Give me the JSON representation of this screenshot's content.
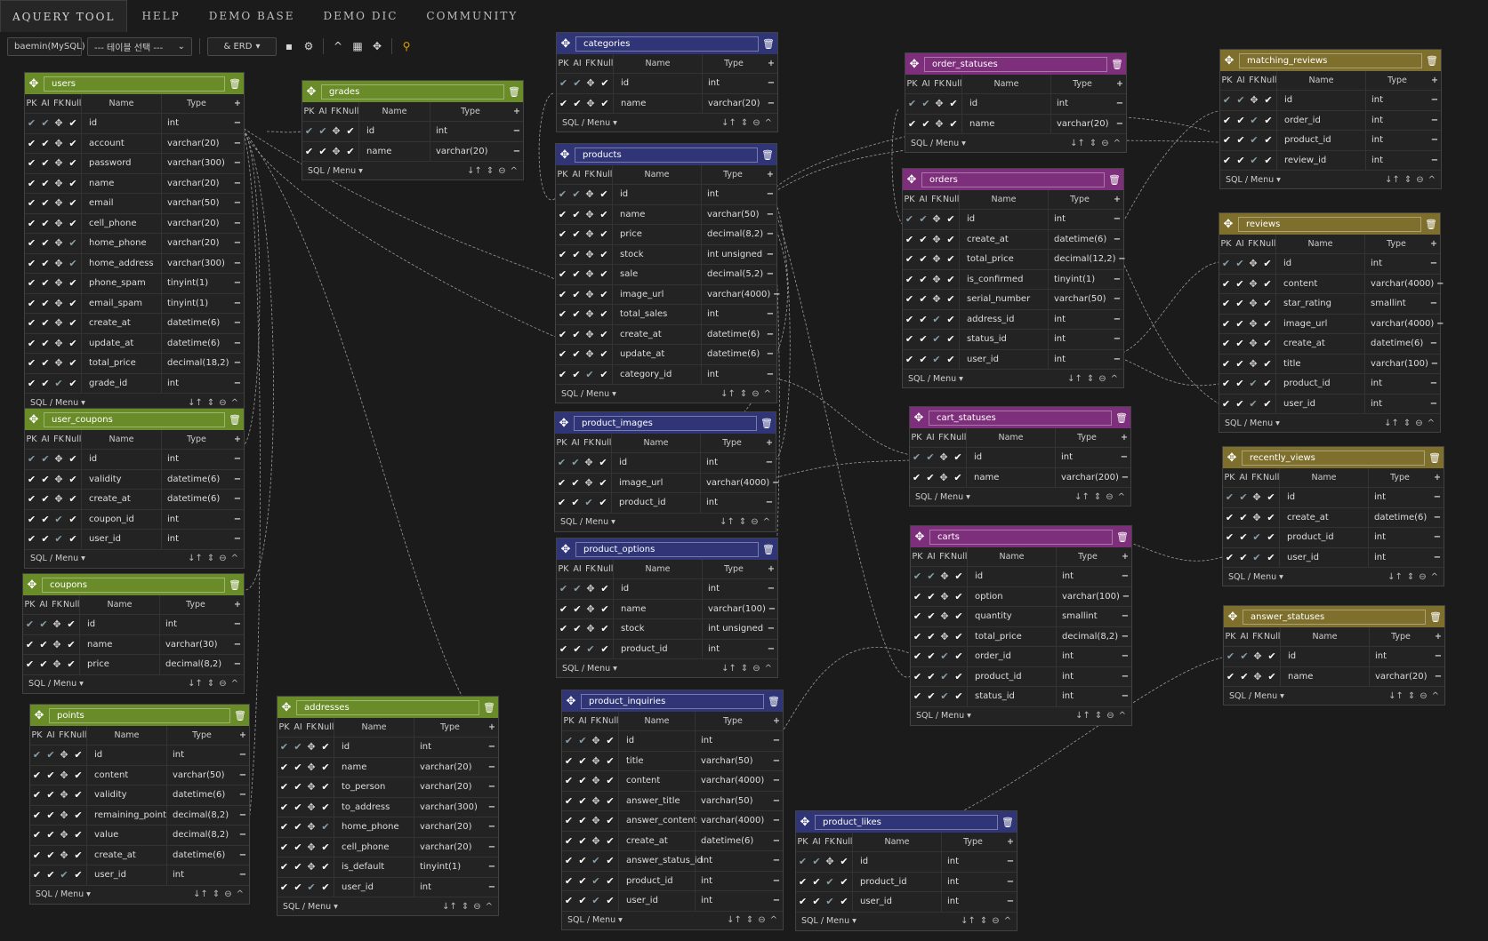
{
  "nav": {
    "tabs": [
      "AQUERY TOOL",
      "HELP",
      "DEMO BASE",
      "DEMO DIC",
      "COMMUNITY"
    ],
    "active": 0
  },
  "toolbar": {
    "db": "baemin(MySQL)",
    "table_select": "--- 테이블 선택 ---",
    "view_mode": "& ERD",
    "icons": [
      "save-icon",
      "gear-icon",
      "collapse-icon",
      "grid-icon",
      "move-icon",
      "pin-icon"
    ]
  },
  "labels": {
    "pk": "PK",
    "ai": "AI",
    "fk": "FK",
    "null": "Null",
    "name": "Name",
    "type": "Type",
    "sql_menu": "SQL / Menu"
  },
  "colors": {
    "green": "#6a8c28",
    "navy": "#2f3577",
    "purple": "#7e2f7b",
    "olive": "#7e6f2d",
    "background": "#1b1b1b"
  },
  "tables": [
    {
      "name": "users",
      "color": "green",
      "cols": [
        [
          "id",
          "int",
          "pk"
        ],
        [
          "account",
          "varchar(20)"
        ],
        [
          "password",
          "varchar(300)"
        ],
        [
          "name",
          "varchar(20)"
        ],
        [
          "email",
          "varchar(50)"
        ],
        [
          "cell_phone",
          "varchar(20)"
        ],
        [
          "home_phone",
          "varchar(20)",
          "null"
        ],
        [
          "home_address",
          "varchar(300)",
          "null"
        ],
        [
          "phone_spam",
          "tinyint(1)"
        ],
        [
          "email_spam",
          "tinyint(1)"
        ],
        [
          "create_at",
          "datetime(6)"
        ],
        [
          "update_at",
          "datetime(6)"
        ],
        [
          "total_price",
          "decimal(18,2)"
        ],
        [
          "grade_id",
          "int",
          "fk"
        ]
      ]
    },
    {
      "name": "user_coupons",
      "color": "green",
      "cols": [
        [
          "id",
          "int",
          "pk"
        ],
        [
          "validity",
          "datetime(6)"
        ],
        [
          "create_at",
          "datetime(6)"
        ],
        [
          "coupon_id",
          "int",
          "fk"
        ],
        [
          "user_id",
          "int",
          "fk"
        ]
      ]
    },
    {
      "name": "coupons",
      "color": "green",
      "cols": [
        [
          "id",
          "int",
          "pk"
        ],
        [
          "name",
          "varchar(30)"
        ],
        [
          "price",
          "decimal(8,2)"
        ]
      ]
    },
    {
      "name": "points",
      "color": "green",
      "cols": [
        [
          "id",
          "int",
          "pk"
        ],
        [
          "content",
          "varchar(50)"
        ],
        [
          "validity",
          "datetime(6)"
        ],
        [
          "remaining_point",
          "decimal(8,2)"
        ],
        [
          "value",
          "decimal(8,2)"
        ],
        [
          "create_at",
          "datetime(6)"
        ],
        [
          "user_id",
          "int",
          "fk"
        ]
      ]
    },
    {
      "name": "grades",
      "color": "green",
      "cols": [
        [
          "id",
          "int",
          "pk"
        ],
        [
          "name",
          "varchar(20)"
        ]
      ]
    },
    {
      "name": "addresses",
      "color": "green",
      "cols": [
        [
          "id",
          "int",
          "pk"
        ],
        [
          "name",
          "varchar(20)"
        ],
        [
          "to_person",
          "varchar(20)"
        ],
        [
          "to_address",
          "varchar(300)"
        ],
        [
          "home_phone",
          "varchar(20)",
          "null"
        ],
        [
          "cell_phone",
          "varchar(20)"
        ],
        [
          "is_default",
          "tinyint(1)"
        ],
        [
          "user_id",
          "int",
          "fk"
        ]
      ]
    },
    {
      "name": "categories",
      "color": "navy",
      "cols": [
        [
          "id",
          "int",
          "pk"
        ],
        [
          "name",
          "varchar(20)"
        ]
      ]
    },
    {
      "name": "products",
      "color": "navy",
      "cols": [
        [
          "id",
          "int",
          "pk"
        ],
        [
          "name",
          "varchar(50)"
        ],
        [
          "price",
          "decimal(8,2)"
        ],
        [
          "stock",
          "int unsigned"
        ],
        [
          "sale",
          "decimal(5,2)"
        ],
        [
          "image_url",
          "varchar(4000)"
        ],
        [
          "total_sales",
          "int"
        ],
        [
          "create_at",
          "datetime(6)"
        ],
        [
          "update_at",
          "datetime(6)"
        ],
        [
          "category_id",
          "int",
          "fk"
        ]
      ]
    },
    {
      "name": "product_images",
      "color": "navy",
      "cols": [
        [
          "id",
          "int",
          "pk"
        ],
        [
          "image_url",
          "varchar(4000)"
        ],
        [
          "product_id",
          "int",
          "fk"
        ]
      ]
    },
    {
      "name": "product_options",
      "color": "navy",
      "cols": [
        [
          "id",
          "int",
          "pk"
        ],
        [
          "name",
          "varchar(100)"
        ],
        [
          "stock",
          "int unsigned"
        ],
        [
          "product_id",
          "int",
          "fk"
        ]
      ]
    },
    {
      "name": "product_inquiries",
      "color": "navy",
      "cols": [
        [
          "id",
          "int",
          "pk"
        ],
        [
          "title",
          "varchar(50)"
        ],
        [
          "content",
          "varchar(4000)"
        ],
        [
          "answer_title",
          "varchar(50)"
        ],
        [
          "answer_content",
          "varchar(4000)"
        ],
        [
          "create_at",
          "datetime(6)"
        ],
        [
          "answer_status_id",
          "int",
          "fk"
        ],
        [
          "product_id",
          "int",
          "fk"
        ],
        [
          "user_id",
          "int",
          "fk"
        ]
      ]
    },
    {
      "name": "product_likes",
      "color": "navy",
      "cols": [
        [
          "id",
          "int",
          "pk"
        ],
        [
          "product_id",
          "int",
          "fk"
        ],
        [
          "user_id",
          "int",
          "fk"
        ]
      ]
    },
    {
      "name": "order_statuses",
      "color": "purple",
      "cols": [
        [
          "id",
          "int",
          "pk"
        ],
        [
          "name",
          "varchar(20)"
        ]
      ]
    },
    {
      "name": "orders",
      "color": "purple",
      "cols": [
        [
          "id",
          "int",
          "pk"
        ],
        [
          "create_at",
          "datetime(6)"
        ],
        [
          "total_price",
          "decimal(12,2)"
        ],
        [
          "is_confirmed",
          "tinyint(1)"
        ],
        [
          "serial_number",
          "varchar(50)"
        ],
        [
          "address_id",
          "int",
          "fk"
        ],
        [
          "status_id",
          "int",
          "fk"
        ],
        [
          "user_id",
          "int",
          "fk"
        ]
      ]
    },
    {
      "name": "cart_statuses",
      "color": "purple",
      "cols": [
        [
          "id",
          "int",
          "pk"
        ],
        [
          "name",
          "varchar(200)"
        ]
      ]
    },
    {
      "name": "carts",
      "color": "purple",
      "cols": [
        [
          "id",
          "int",
          "pk"
        ],
        [
          "option",
          "varchar(100)"
        ],
        [
          "quantity",
          "smallint"
        ],
        [
          "total_price",
          "decimal(8,2)"
        ],
        [
          "order_id",
          "int",
          "fk"
        ],
        [
          "product_id",
          "int",
          "fk"
        ],
        [
          "status_id",
          "int",
          "fk"
        ]
      ]
    },
    {
      "name": "matching_reviews",
      "color": "olive",
      "cols": [
        [
          "id",
          "int",
          "pk"
        ],
        [
          "order_id",
          "int",
          "fk"
        ],
        [
          "product_id",
          "int",
          "fk"
        ],
        [
          "review_id",
          "int",
          "fk"
        ]
      ]
    },
    {
      "name": "reviews",
      "color": "olive",
      "cols": [
        [
          "id",
          "int",
          "pk"
        ],
        [
          "content",
          "varchar(4000)"
        ],
        [
          "star_rating",
          "smallint"
        ],
        [
          "image_url",
          "varchar(4000)"
        ],
        [
          "create_at",
          "datetime(6)"
        ],
        [
          "title",
          "varchar(100)"
        ],
        [
          "product_id",
          "int",
          "fk"
        ],
        [
          "user_id",
          "int",
          "fk"
        ]
      ]
    },
    {
      "name": "recently_views",
      "color": "olive",
      "cols": [
        [
          "id",
          "int",
          "pk"
        ],
        [
          "create_at",
          "datetime(6)"
        ],
        [
          "product_id",
          "int",
          "fk"
        ],
        [
          "user_id",
          "int",
          "fk"
        ]
      ]
    },
    {
      "name": "answer_statuses",
      "color": "olive",
      "cols": [
        [
          "id",
          "int",
          "pk"
        ],
        [
          "name",
          "varchar(20)"
        ]
      ]
    }
  ]
}
